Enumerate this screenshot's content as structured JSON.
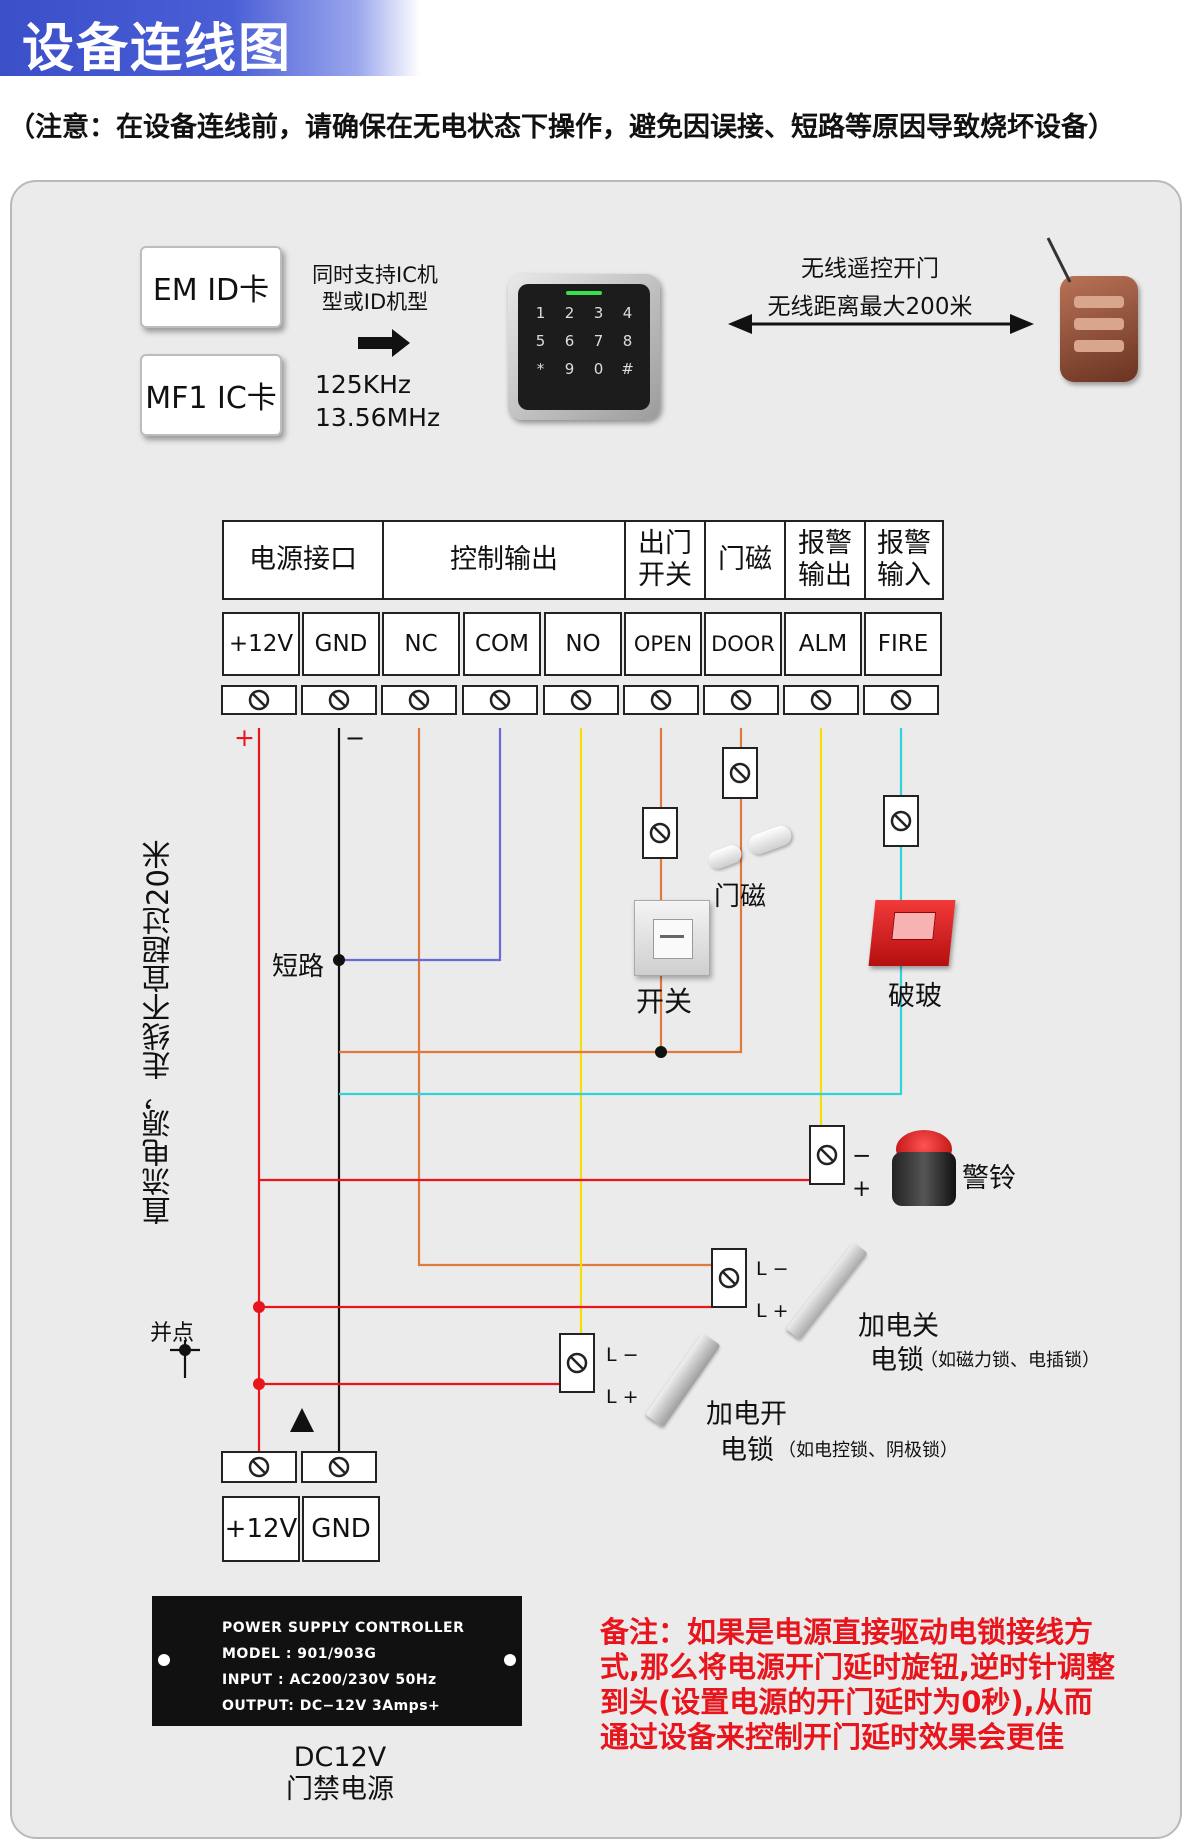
{
  "header": {
    "title": "设备连线图"
  },
  "note": "（注意：在设备连线前，请确保在无电状态下操作，避免因误接、短路等原因导致烧坏设备）",
  "cards": {
    "em": "EM ID卡",
    "mf": "MF1 IC卡"
  },
  "support_text": [
    "同时支持IC机",
    "型或ID机型"
  ],
  "frequencies": [
    "125KHz",
    "13.56MHz"
  ],
  "keypad_keys": [
    "1",
    "2",
    "3",
    "4",
    "5",
    "6",
    "7",
    "8",
    "*",
    "9",
    "0",
    "#"
  ],
  "wireless": [
    "无线遥控开门",
    "无线距离最大200米"
  ],
  "groups": [
    {
      "label": "电源接口"
    },
    {
      "label": "控制输出"
    },
    {
      "label": "出门\n开关"
    },
    {
      "label": "门磁"
    },
    {
      "label": "报警\n输出"
    },
    {
      "label": "报警\n输入"
    }
  ],
  "terminals": [
    "+12V",
    "GND",
    "NC",
    "COM",
    "NO",
    "OPEN",
    "DOOR",
    "ALM",
    "FIRE"
  ],
  "wire_colors": {
    "red": "#e8151c",
    "black": "#111111",
    "orange": "#e07a3c",
    "blue": "#6a6ad6",
    "yellow": "#f3e000",
    "cyan": "#2fd3d8"
  },
  "polarity": {
    "plus": "+",
    "minus": "−"
  },
  "vertical_note": "直流电源，走线不宜超过20米",
  "labels": {
    "short": "短路",
    "switch": "开关",
    "door_magnet": "门磁",
    "break_glass": "破玻",
    "siren": "警铃",
    "junction": "并点",
    "lock1": "加电关",
    "lock1_b": "电锁",
    "lock1_note": "（如磁力锁、电插锁）",
    "lock2": "加电开",
    "lock2_b": "电锁",
    "lock2_note": "（如电控锁、阴极锁）",
    "l_minus": "L −",
    "l_plus": "L +",
    "siren_minus": "−",
    "siren_plus": "+"
  },
  "power_terminals": [
    "+12V",
    "GND"
  ],
  "psu_plate": [
    "POWER SUPPLY CONTROLLER",
    "MODEL  : 901/903G",
    "INPUT   : AC200/230V   50Hz",
    "OUTPUT: DC−12V  3Amps+"
  ],
  "psu_caption": [
    "DC12V",
    "门禁电源"
  ],
  "remark": "备注：如果是电源直接驱动电锁接线方式,那么将电源开门延时旋钮,逆时针调整到头(设置电源的开门延时为0秒),从而通过设备来控制开门延时效果会更佳"
}
